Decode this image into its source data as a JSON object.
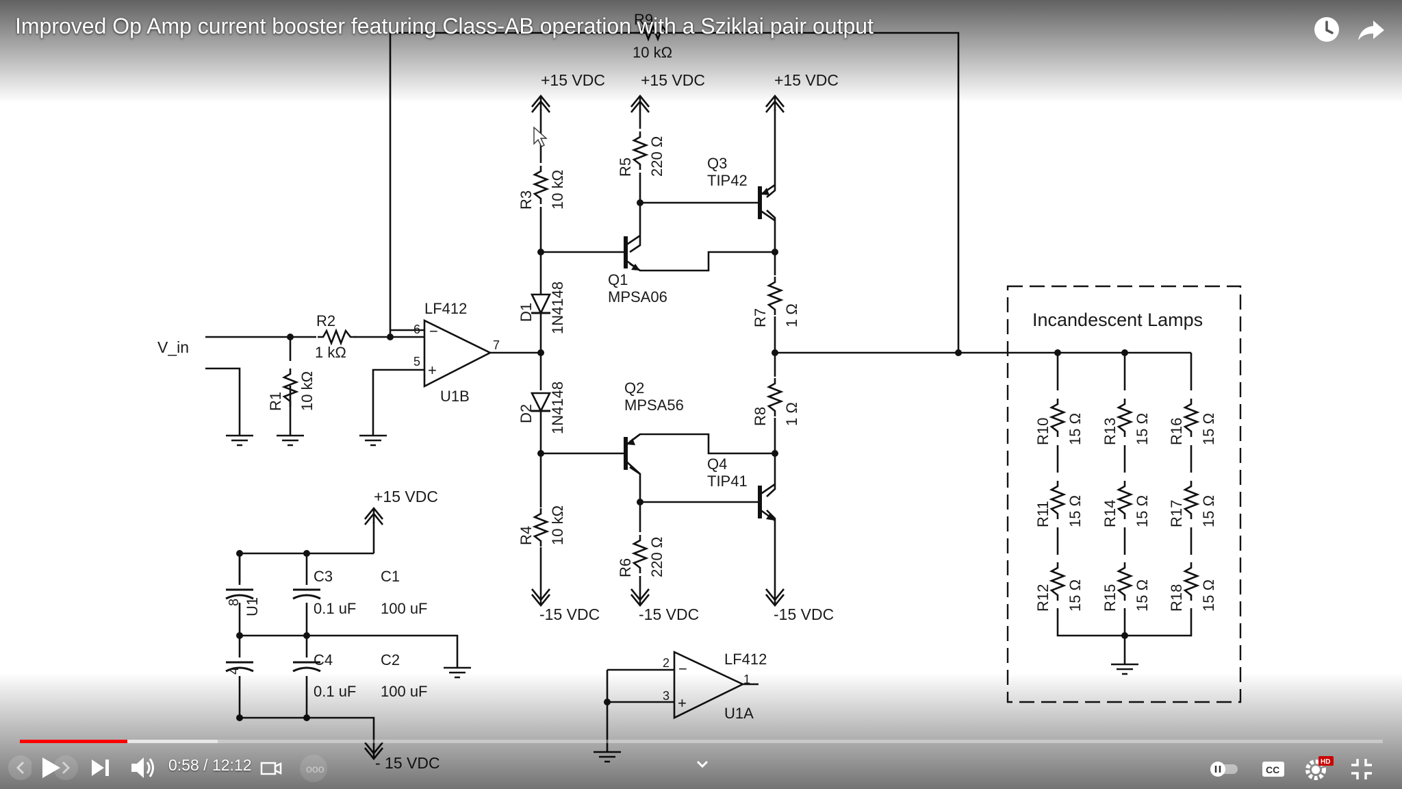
{
  "player": {
    "title": "Improved Op Amp current booster featuring Class-AB operation with a Sziklai pair output",
    "current_time": "0:58",
    "time_separator": "/",
    "duration": "12:12",
    "progress_fraction": 0.079,
    "buffered_fraction": 0.145,
    "accent_color": "#ff0000",
    "quality_badge": "HD",
    "icons": {
      "watch_later": "clock-icon",
      "share": "share-arrow-icon",
      "play": "play-icon",
      "next": "skip-next-icon",
      "volume": "volume-icon",
      "autoplay": "autoplay-toggle-icon",
      "captions": "cc-icon",
      "settings": "gear-icon",
      "fullscreen_exit": "exit-fullscreen-icon",
      "expand": "chevron-down-icon"
    }
  },
  "schematic": {
    "supply_pos": "+15 VDC",
    "supply_neg": "-15 VDC",
    "supply_neg_alt": "- 15 VDC",
    "vin": "V_in",
    "R1": {
      "ref": "R1",
      "value": "10 kΩ"
    },
    "R2": {
      "ref": "R2",
      "value": "1 kΩ"
    },
    "R3": {
      "ref": "R3",
      "value": "10 kΩ"
    },
    "R4": {
      "ref": "R4",
      "value": "10 kΩ"
    },
    "R5": {
      "ref": "R5",
      "value": "220 Ω"
    },
    "R6": {
      "ref": "R6",
      "value": "220 Ω"
    },
    "R7": {
      "ref": "R7",
      "value": "1 Ω"
    },
    "R8": {
      "ref": "R8",
      "value": "1 Ω"
    },
    "R9": {
      "ref": "R9",
      "value": "10 kΩ"
    },
    "D1": {
      "ref": "D1",
      "value": "1N4148"
    },
    "D2": {
      "ref": "D2",
      "value": "1N4148"
    },
    "Q1": {
      "ref": "Q1",
      "value": "MPSA06"
    },
    "Q2": {
      "ref": "Q2",
      "value": "MPSA56"
    },
    "Q3": {
      "ref": "Q3",
      "value": "TIP42"
    },
    "Q4": {
      "ref": "Q4",
      "value": "TIP41"
    },
    "U1B": {
      "ref": "U1B",
      "part": "LF412",
      "pin_inv": "6",
      "pin_noninv": "5",
      "pin_out": "7"
    },
    "U1A": {
      "ref": "U1A",
      "part": "LF412",
      "pin_inv": "2",
      "pin_noninv": "3",
      "pin_out": "1"
    },
    "U1_power": {
      "ref": "U1",
      "pin_pos": "8",
      "pin_neg": "4"
    },
    "C1": {
      "ref": "C1",
      "value": "100 uF"
    },
    "C2": {
      "ref": "C2",
      "value": "100 uF"
    },
    "C3": {
      "ref": "C3",
      "value": "0.1 uF"
    },
    "C4": {
      "ref": "C4",
      "value": "0.1 uF"
    },
    "minus": "−",
    "plus": "+",
    "lamps": {
      "title": "Incandescent Lamps",
      "resistors": [
        {
          "ref": "R10",
          "value": "15 Ω"
        },
        {
          "ref": "R11",
          "value": "15 Ω"
        },
        {
          "ref": "R12",
          "value": "15 Ω"
        },
        {
          "ref": "R13",
          "value": "15 Ω"
        },
        {
          "ref": "R14",
          "value": "15 Ω"
        },
        {
          "ref": "R15",
          "value": "15 Ω"
        },
        {
          "ref": "R16",
          "value": "15 Ω"
        },
        {
          "ref": "R17",
          "value": "15 Ω"
        },
        {
          "ref": "R18",
          "value": "15 Ω"
        }
      ]
    }
  }
}
